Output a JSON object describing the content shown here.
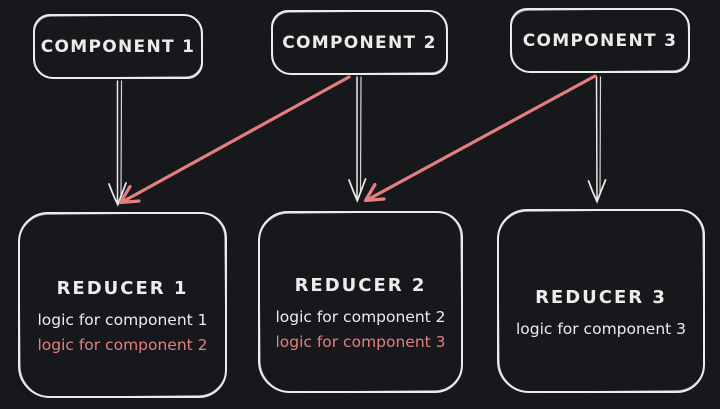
{
  "diagram": {
    "background_color": "#16181c",
    "stroke_color": "#ebebeb",
    "accent_color": "#e57e80",
    "components": [
      {
        "label": "COMPONENT 1"
      },
      {
        "label": "COMPONENT 2"
      },
      {
        "label": "COMPONENT 3"
      }
    ],
    "reducers": [
      {
        "title": "REDUCER 1",
        "lines": [
          {
            "text": "logic for component 1",
            "color": "#ebebeb"
          },
          {
            "text": "logic for component 2",
            "color": "#e57e80"
          }
        ]
      },
      {
        "title": "REDUCER 2",
        "lines": [
          {
            "text": "logic for component 2",
            "color": "#ebebeb"
          },
          {
            "text": "logic for component 3",
            "color": "#e57e80"
          }
        ]
      },
      {
        "title": "REDUCER 3",
        "lines": [
          {
            "text": "logic for component 3",
            "color": "#ebebeb"
          }
        ]
      }
    ],
    "arrows": [
      {
        "from": "COMPONENT 1",
        "to": "REDUCER 1",
        "color": "#ebebeb",
        "style": "straight-down"
      },
      {
        "from": "COMPONENT 2",
        "to": "REDUCER 2",
        "color": "#ebebeb",
        "style": "straight-down"
      },
      {
        "from": "COMPONENT 3",
        "to": "REDUCER 3",
        "color": "#ebebeb",
        "style": "straight-down"
      },
      {
        "from": "COMPONENT 2",
        "to": "REDUCER 1",
        "color": "#e57e80",
        "style": "diagonal"
      },
      {
        "from": "COMPONENT 3",
        "to": "REDUCER 2",
        "color": "#e57e80",
        "style": "diagonal"
      }
    ]
  }
}
